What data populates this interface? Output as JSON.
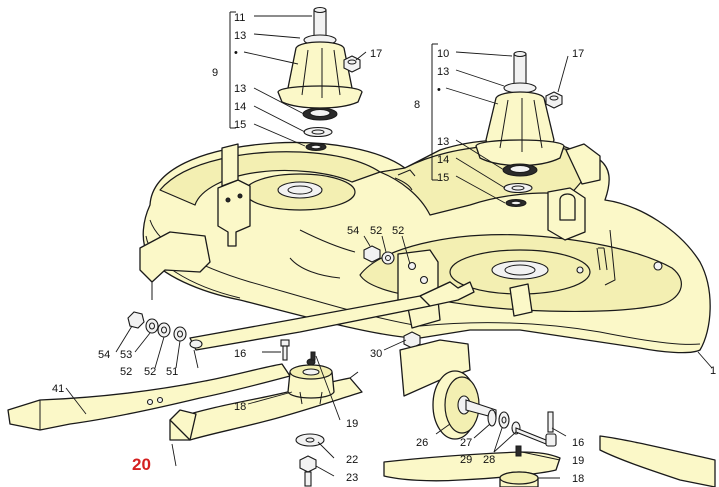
{
  "figure": {
    "number": "20",
    "number_color": "#d42020"
  },
  "callouts": {
    "c1": "1",
    "c8": "8",
    "c9": "9",
    "c10": "10",
    "c11": "11",
    "c13a": "13",
    "c13b": "13",
    "c13c": "13",
    "c13d": "13",
    "c14a": "14",
    "c14b": "14",
    "c15a": "15",
    "c15b": "15",
    "c16a": "16",
    "c16b": "16",
    "c17a": "17",
    "c17b": "17",
    "c18a": "18",
    "c18b": "18",
    "c19a": "19",
    "c19b": "19",
    "c22": "22",
    "c23": "23",
    "c26": "26",
    "c27": "27",
    "c28": "28",
    "c29": "29",
    "c30": "30",
    "c41": "41",
    "c51": "51",
    "c52a": "52",
    "c52b": "52",
    "c52c": "52",
    "c52d": "52",
    "c53": "53",
    "c54a": "54",
    "c54b": "54",
    "dot_a": "•",
    "dot_b": "•"
  },
  "colors": {
    "deck_fill": "#fbf8c8",
    "outline": "#1a1a1a"
  }
}
